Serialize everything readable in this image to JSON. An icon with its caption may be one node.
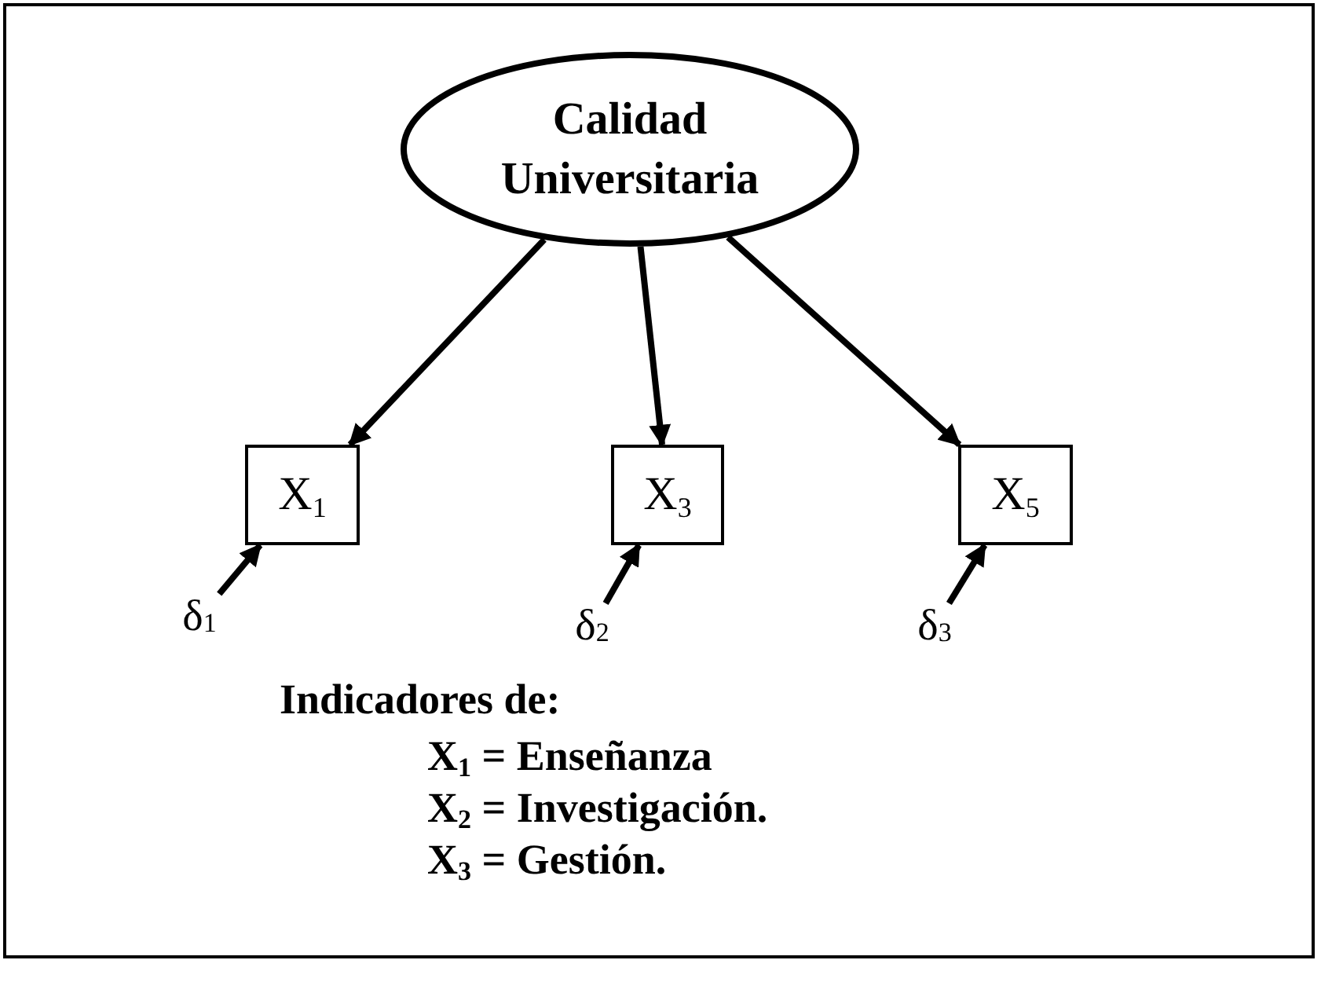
{
  "diagram": {
    "nodes": [
      {
        "text": [
          "Calidad Universitaria"
        ]
      },
      {
        "text": [
          "X$_{1}$"
        ]
      },
      {
        "text": [
          "X$_{3}$"
        ]
      },
      {
        "text": [
          "X$_{5}$"
        ]
      },
      {
        "text": [
          "δ$_{1}$"
        ]
      },
      {
        "text": [
          "δ$_{2}$"
        ]
      },
      {
        "text": [
          "δ$_{3}$"
        ]
      }
    ],
    "edges": [
      {
        "from": 0,
        "to": 1,
        "arrow": "to"
      },
      {
        "from": 0,
        "to": 2,
        "arrow": "to"
      },
      {
        "from": 0,
        "to": 3,
        "arrow": "to"
      },
      {
        "from": 4,
        "to": 1,
        "arrow": "to"
      },
      {
        "from": 5,
        "to": 2,
        "arrow": "to"
      },
      {
        "from": 6,
        "to": 3,
        "arrow": "to"
      }
    ],
    "labels": [
      "Indicadores de:",
      "X$_{1}$ = Enseñanza",
      "X$_{2}$ = Investigación.",
      "X$_{3}$ = Gestión."
    ]
  }
}
